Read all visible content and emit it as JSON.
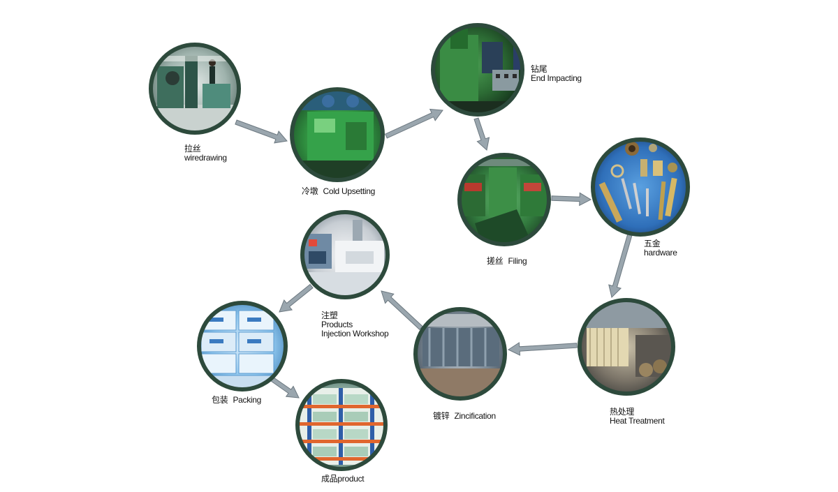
{
  "steps": [
    {
      "id": "wiredrawing",
      "zh": "拉丝",
      "en": "wiredrawing",
      "photo": "wire-drawing-machine-photo"
    },
    {
      "id": "cold-upsetting",
      "zh": "冷墩",
      "en": "Cold Upsetting",
      "photo": "cold-upsetting-machine-photo"
    },
    {
      "id": "end-impacting",
      "zh": "钻尾",
      "en": "End Impacting",
      "photo": "end-impacting-worker-photo"
    },
    {
      "id": "filing",
      "zh": "搓丝",
      "en": "Filing",
      "photo": "thread-rolling-machines-photo"
    },
    {
      "id": "hardware",
      "zh": "五金",
      "en": "hardware",
      "photo": "hardware-parts-photo"
    },
    {
      "id": "heat-treatment",
      "zh": "热处理",
      "en": "Heat Treatment",
      "photo": "heat-treatment-furnace-photo"
    },
    {
      "id": "zincification",
      "zh": "镀锌",
      "en": "Zincification",
      "photo": "zinc-plating-line-photo"
    },
    {
      "id": "injection",
      "zh": "注塑",
      "en_lines": [
        "Products",
        "Injection Workshop"
      ],
      "photo": "injection-molding-machine-photo"
    },
    {
      "id": "packing",
      "zh": "包装",
      "en": "Packing",
      "photo": "packed-boxes-photo"
    },
    {
      "id": "product",
      "zh": "成品",
      "en": "product",
      "photo": "warehouse-racks-photo"
    }
  ],
  "colors": {
    "ring": "#2d4a3c",
    "arrow": "#9aa6ae",
    "arrowStroke": "#6c7880"
  }
}
